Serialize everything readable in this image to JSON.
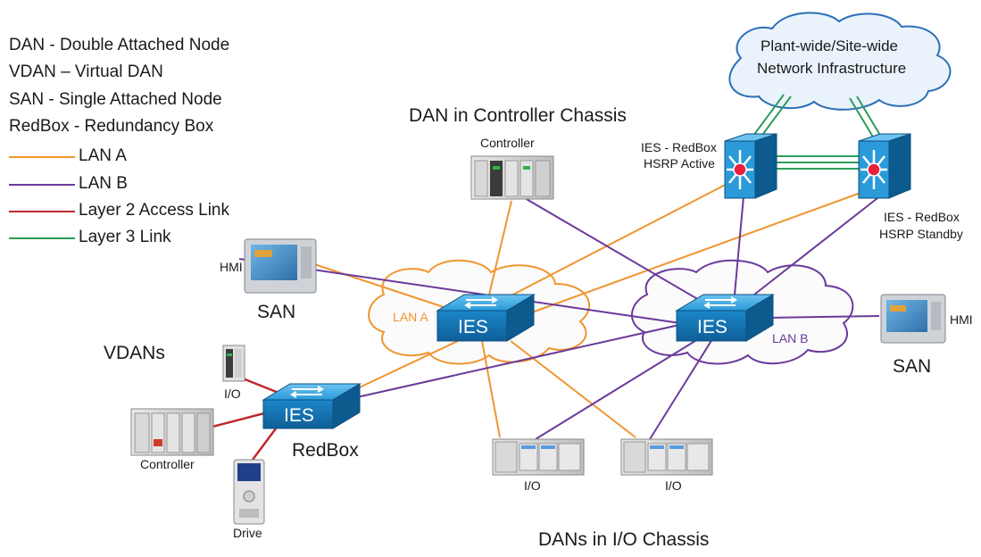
{
  "legend": {
    "definitions": [
      "DAN - Double Attached Node",
      "VDAN – Virtual DAN",
      "SAN - Single Attached Node",
      "RedBox - Redundancy Box"
    ],
    "lines": [
      {
        "label": "LAN A",
        "color": "#f0952e"
      },
      {
        "label": "LAN B",
        "color": "#6a3a9a"
      },
      {
        "label": "Layer 2 Access Link",
        "color": "#c0282d"
      },
      {
        "label": "Layer 3 Link",
        "color": "#2e9c5a"
      }
    ]
  },
  "cloud": {
    "line1": "Plant-wide/Site-wide",
    "line2": "Network Infrastructure"
  },
  "labels": {
    "dan_controller_chassis": "DAN in Controller Chassis",
    "controller_top": "Controller",
    "ies_active_1": "IES - RedBox",
    "ies_active_2": "HSRP Active",
    "ies_standby_1": "IES - RedBox",
    "ies_standby_2": "HSRP Standby",
    "hmi_left": "HMI",
    "san_left": "SAN",
    "lan_a": "LAN A",
    "lan_b": "LAN B",
    "ies_a": "IES",
    "ies_b": "IES",
    "ies_redbox": "IES",
    "hmi_right": "HMI",
    "san_right": "SAN",
    "vdans": "VDANs",
    "io_small": "I/O",
    "controller_left": "Controller",
    "redbox": "RedBox",
    "drive": "Drive",
    "io_1": "I/O",
    "io_2": "I/O",
    "dans_io": "DANs in I/O Chassis"
  },
  "colors": {
    "lan_a": "#f0952e",
    "lan_b": "#6a3a9a",
    "layer2": "#c0282d",
    "layer3": "#2e9c5a",
    "switch_blue": "#1f8fd1",
    "cloud_fill": "#eaf3fb",
    "cloud_stroke": "#2d6fb8"
  }
}
